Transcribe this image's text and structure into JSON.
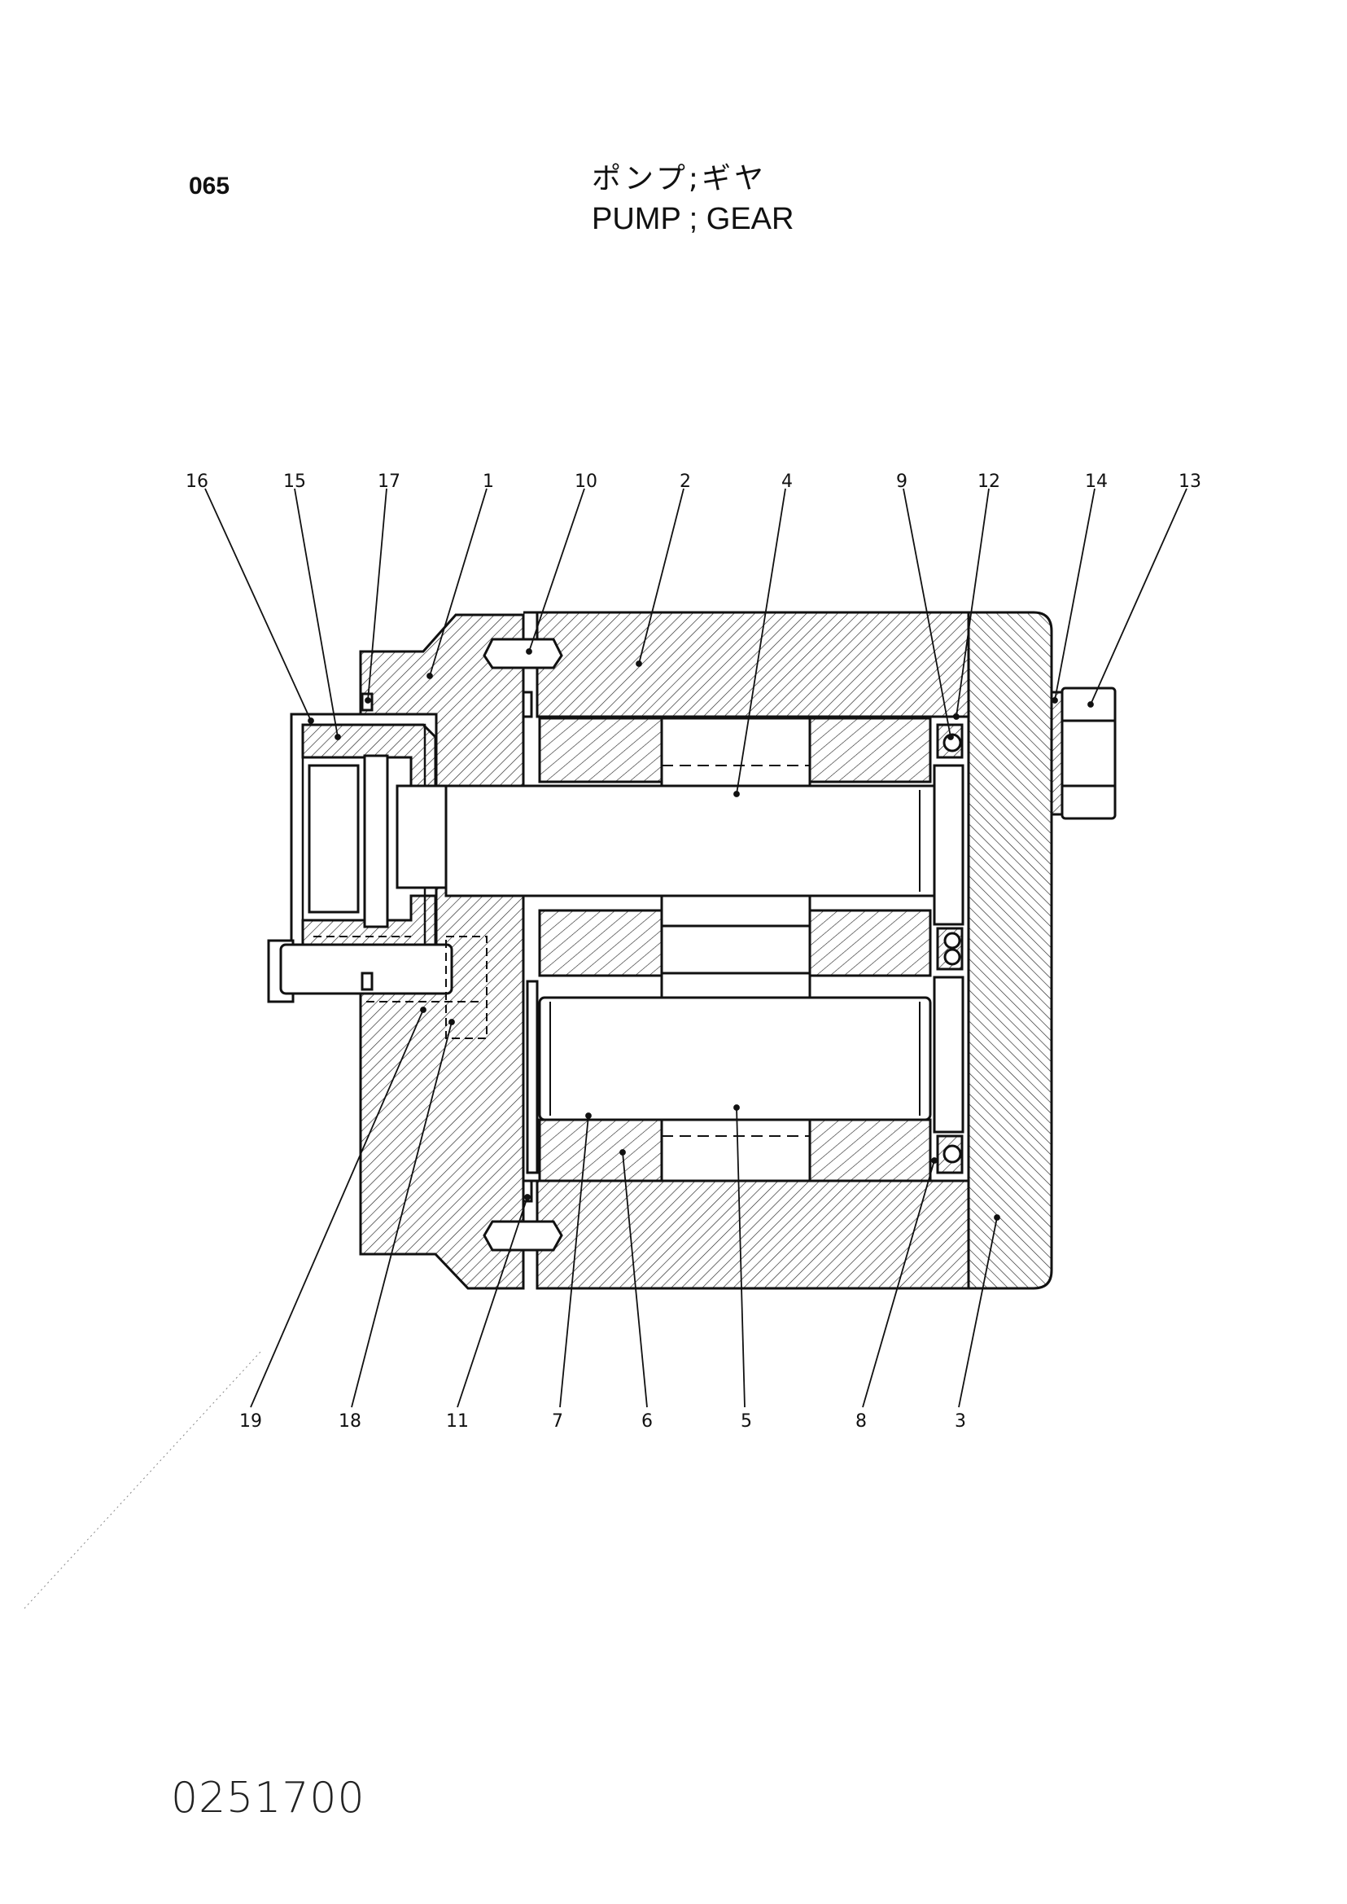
{
  "header": {
    "page_number": "065",
    "title_jp": "ポンプ;ギヤ",
    "title_en": "PUMP ; GEAR"
  },
  "footer": {
    "document_code": "0251700"
  },
  "callouts_top": [
    "16",
    "15",
    "17",
    "1",
    "10",
    "2",
    "4",
    "9",
    "12",
    "14",
    "13"
  ],
  "callouts_bottom": [
    "19",
    "18",
    "11",
    "7",
    "6",
    "5",
    "8",
    "3"
  ]
}
